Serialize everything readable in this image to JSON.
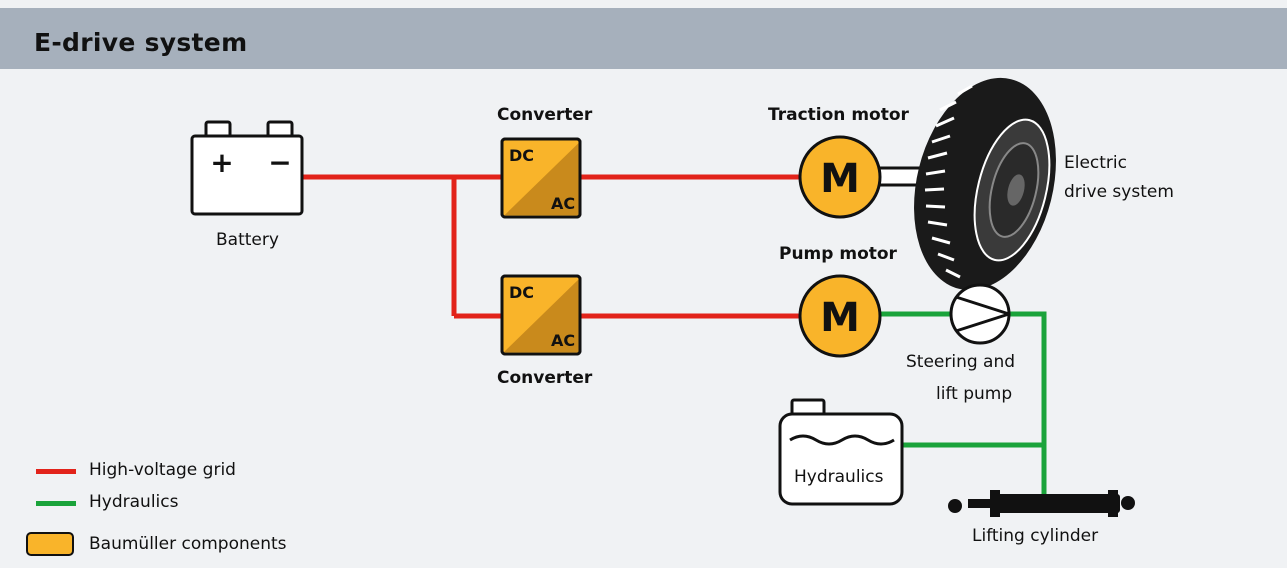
{
  "title": "E-drive system",
  "labels": {
    "battery": "Battery",
    "converter_top": "Converter",
    "converter_bottom": "Converter",
    "traction_motor": "Traction motor",
    "pump_motor": "Pump motor",
    "electric_drive_line1": "Electric",
    "electric_drive_line2": "drive system",
    "steering_pump_line1": "Steering and",
    "steering_pump_line2": "lift pump",
    "hydraulics_tank": "Hydraulics",
    "lifting_cylinder": "Lifting cylinder"
  },
  "converter": {
    "dc": "DC",
    "ac": "AC"
  },
  "motor": {
    "letter": "M"
  },
  "battery_signs": {
    "plus": "+",
    "minus": "−"
  },
  "legend": {
    "high_voltage": "High-voltage grid",
    "hydraulics": "Hydraulics",
    "baumueller": "Baumüller components"
  },
  "colors": {
    "high_voltage": "#e2231a",
    "hydraulics": "#1aa33a",
    "component_fill": "#f9b42a",
    "component_dark": "#c98a1c",
    "header_bg": "#a6b0bc"
  }
}
